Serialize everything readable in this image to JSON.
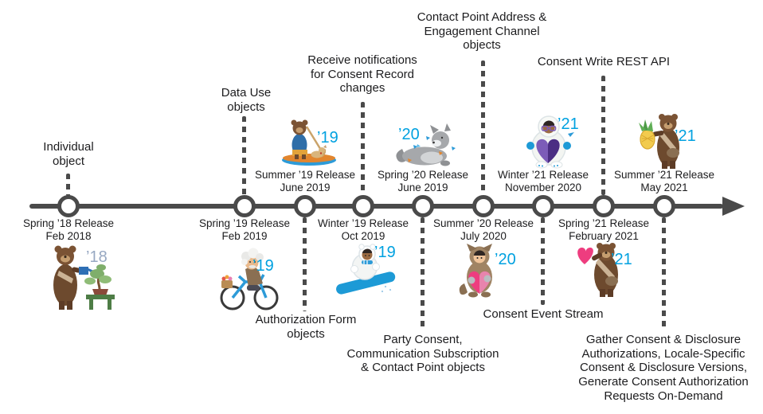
{
  "colors": {
    "background": "#ffffff",
    "timeline_line": "#4a4a4a",
    "text": "#1c1c1e",
    "badge_blue": "#00a1e0",
    "badge_gray_2018": "#97a8c2"
  },
  "milestones": [
    {
      "id": "spring-18",
      "release": "Spring ’18 Release",
      "date": "Feb 2018",
      "badge": "’18",
      "callout": "Individual\nobject",
      "character": "codey-bear-watering-bonsai"
    },
    {
      "id": "spring-19",
      "release": "Spring ’19 Release",
      "date": "Feb 2019",
      "badge": "’19",
      "callout": "Data Use\nobjects",
      "character": "einstein-riding-bicycle"
    },
    {
      "id": "summer-19",
      "release": "Summer ’19 Release",
      "date": "June 2019",
      "badge": "’19",
      "callout": "Authorization Form\nobjects",
      "character": "codey-bear-paddleboarding-with-dog"
    },
    {
      "id": "winter-19",
      "release": "Winter ’19 Release",
      "date": "Oct 2019",
      "badge": "’19",
      "callout": "Receive notifications\nfor Consent Record\nchanges",
      "character": "astro-snowboarding"
    },
    {
      "id": "spring-20",
      "release": "Spring ’20 Release",
      "date": "June 2019",
      "badge": "’20",
      "callout": "Party Consent,\nCommunication Subscription\n& Contact Point objects",
      "character": "wolf-with-birds"
    },
    {
      "id": "summer-20",
      "release": "Summer ’20 Release",
      "date": "July 2020",
      "badge": "’20",
      "callout": "Contact Point Address &\nEngagement Channel\nobjects",
      "character": "astro-wolf-costume-with-heart"
    },
    {
      "id": "winter-21",
      "release": "Winter ’21 Release",
      "date": "November 2020",
      "badge": "’21",
      "callout": "Consent Event Stream",
      "character": "astro-winter-parka-with-heart"
    },
    {
      "id": "spring-21",
      "release": "Spring ’21 Release",
      "date": "February 2021",
      "badge": "’21",
      "callout": "Consent Write REST API",
      "character": "codey-bear-holding-heart"
    },
    {
      "id": "summer-21",
      "release": "Summer ’21 Release",
      "date": "May 2021",
      "badge": "’21",
      "callout": "Gather Consent & Disclosure\nAuthorizations, Locale-Specific\nConsent & Disclosure Versions,\nGenerate Consent Authorization\nRequests On-Demand",
      "character": "codey-bear-holding-pineapple"
    }
  ]
}
